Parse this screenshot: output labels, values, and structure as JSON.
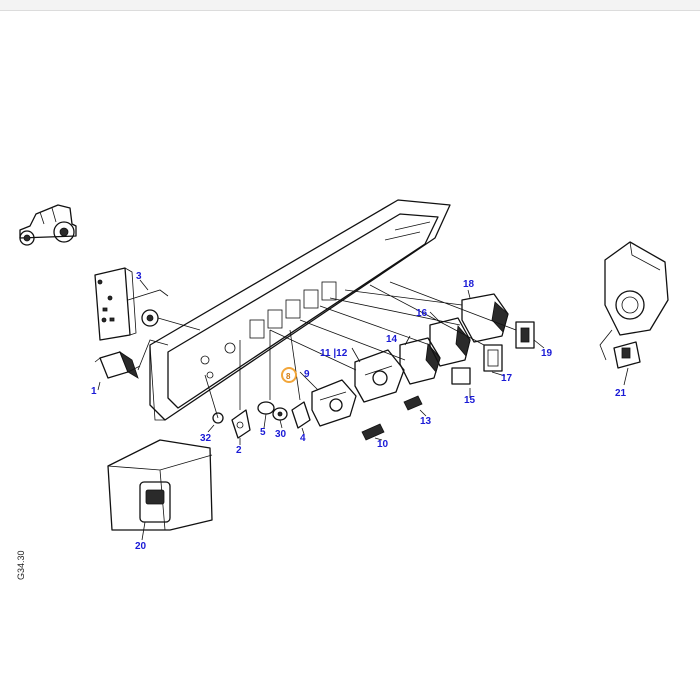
{
  "drawing_code": "G34.30",
  "callouts": {
    "p1": "1",
    "p2": "2",
    "p3": "3",
    "p4": "4",
    "p5": "5",
    "p8": "8",
    "p9": "9",
    "p10": "10",
    "p11_12": "11 |12",
    "p13": "13",
    "p14": "14",
    "p15": "15",
    "p16": "16",
    "p17": "17",
    "p18": "18",
    "p19": "19",
    "p20": "20",
    "p21": "21",
    "p30": "30",
    "p32": "32"
  },
  "colors": {
    "callout": "#1a1ad6",
    "highlight": "#f2a63a",
    "line": "#111111"
  }
}
